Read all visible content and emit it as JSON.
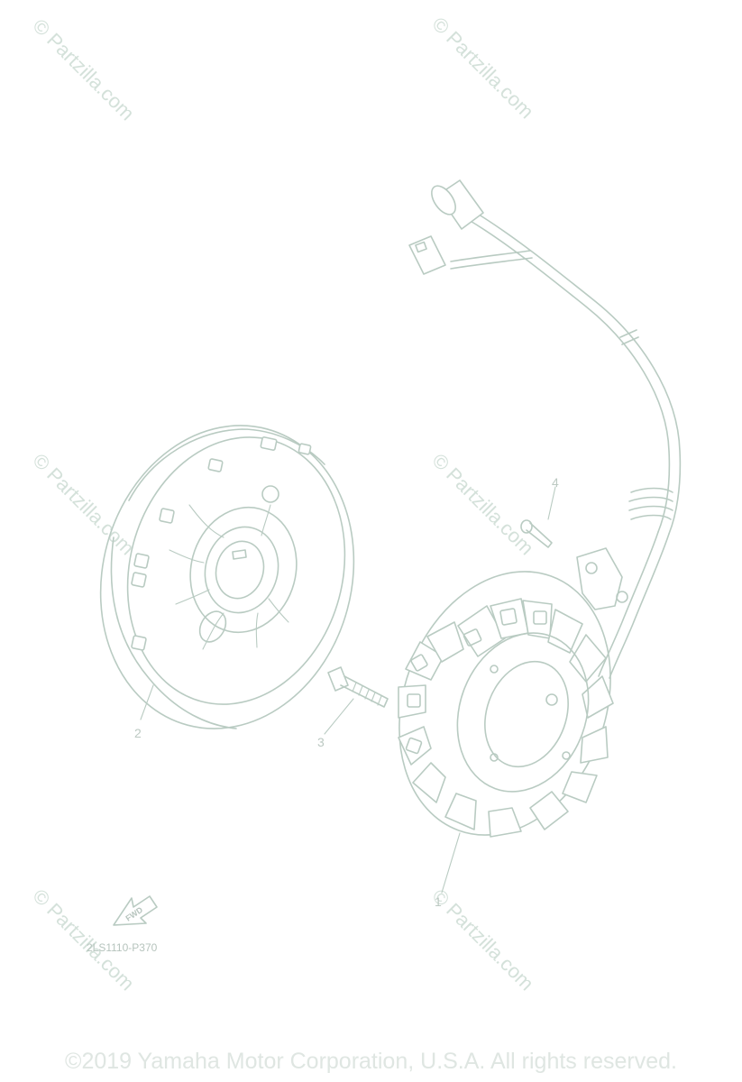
{
  "watermark": {
    "text": "© Partzilla.com"
  },
  "callouts": {
    "p1": "1",
    "p2": "2",
    "p3": "3",
    "p4": "4"
  },
  "diagram_code": "2LS1110-P370",
  "fwd_label": "FWD",
  "copyright": "©2019 Yamaha Motor Corporation, U.S.A. All rights reserved.",
  "colors": {
    "line": "#b9cbc2",
    "watermark": "#d4e1da",
    "copyright": "#dfe6e2"
  }
}
